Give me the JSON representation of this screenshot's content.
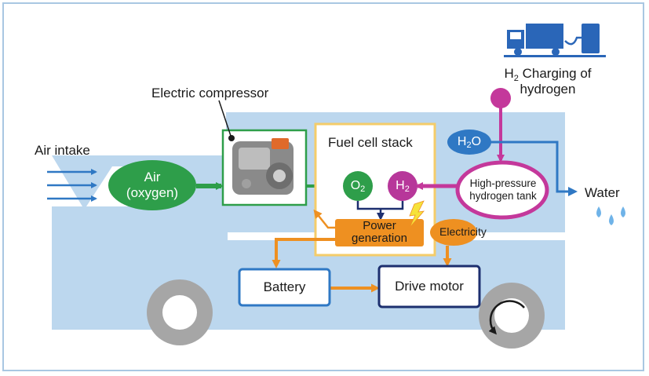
{
  "labels": {
    "electric_compressor": "Electric compressor",
    "air_intake": "Air intake",
    "air_line1": "Air",
    "air_line2": "(oxygen)",
    "fuel_cell_stack": "Fuel cell stack",
    "h2o_main": "H",
    "h2o_sub": "2",
    "h2o_end": "O",
    "o2_main": "O",
    "o2_sub": "2",
    "h2_main": "H",
    "h2_sub": "2",
    "charging_h": "H",
    "charging_sub": "2",
    "charging_rest": " Charging of",
    "charging_line2": "hydrogen",
    "tank_line1": "High-pressure",
    "tank_line2": "hydrogen tank",
    "water": "Water",
    "power_line1": "Power",
    "power_line2": "generation",
    "electricity": "Electricity",
    "battery": "Battery",
    "drive_motor": "Drive motor"
  },
  "icons": [
    "hydrogen-station-truck-icon",
    "compressor-image-icon",
    "lightning-icon",
    "water-drops-icon",
    "rotation-arrow-icon",
    "wheel-icon"
  ],
  "colors": {
    "truck_body": "#bcd7ee",
    "wheel": "#a6a6a6",
    "air_green": "#2e9e4a",
    "arrow_blue": "#2f78c4",
    "hydrogen_magenta": "#c4389b",
    "power_orange": "#ee9021",
    "stack_border": "#f4cc6a",
    "box_navy": "#1d2f6f"
  }
}
